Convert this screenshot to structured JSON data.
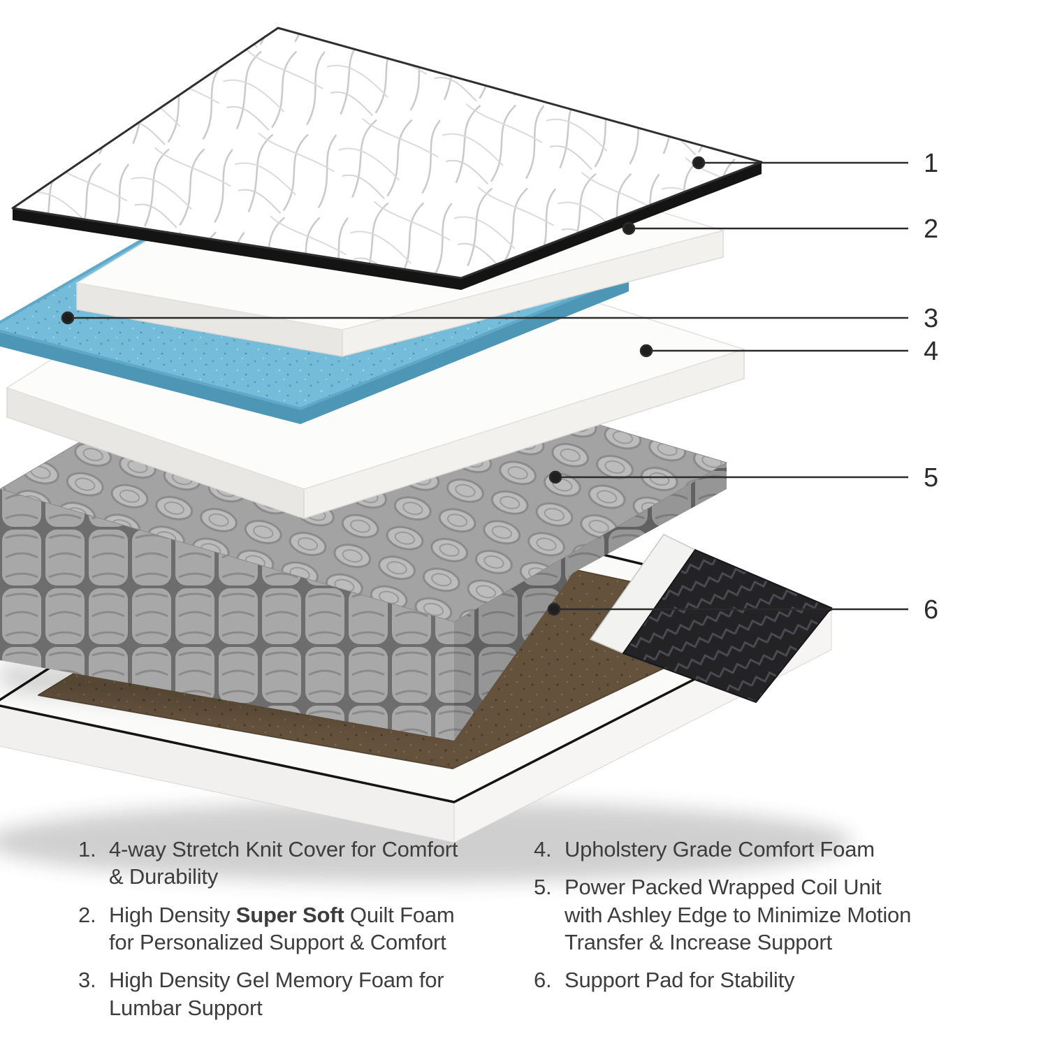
{
  "callouts": [
    {
      "label": "1"
    },
    {
      "label": "2"
    },
    {
      "label": "3"
    },
    {
      "label": "4"
    },
    {
      "label": "5"
    },
    {
      "label": "6"
    }
  ],
  "legend": {
    "left": [
      {
        "num": "1.",
        "pre": "4-way Stretch Knit Cover for Comfort & Durability",
        "bold": "",
        "post": ""
      },
      {
        "num": "2.",
        "pre": "High Density ",
        "bold": "Super Soft",
        "post": " Quilt Foam for Personalized Support & Comfort"
      },
      {
        "num": "3.",
        "pre": "High Density Gel Memory Foam for Lumbar Support",
        "bold": "",
        "post": ""
      }
    ],
    "right": [
      {
        "num": "4.",
        "pre": "Upholstery Grade Comfort Foam",
        "bold": "",
        "post": ""
      },
      {
        "num": "5.",
        "pre": "Power Packed Wrapped Coil Unit with Ashley Edge to Minimize Motion Transfer & Increase Support",
        "bold": "",
        "post": ""
      },
      {
        "num": "6.",
        "pre": "Support Pad for Stability",
        "bold": "",
        "post": ""
      }
    ]
  },
  "colors": {
    "gel_blue": "#74bcd9",
    "gel_edge": "#4e96b5",
    "coil_gray": "#bcbcbc",
    "coil_dark": "#7a7a7a",
    "pad_brown": "#64523d",
    "wedge_black": "#232326",
    "outline_black": "#141414",
    "callout_color": "#2b2b2b",
    "text_color": "#3d3d3d"
  }
}
